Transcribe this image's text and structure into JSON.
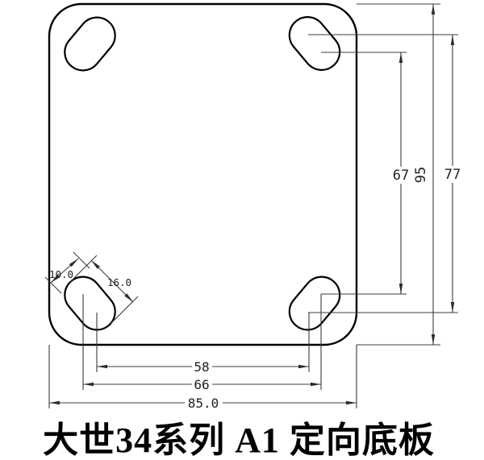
{
  "title": "大世34系列 A1 定向底板",
  "dimensions": {
    "slot_width": "10.0",
    "slot_length": "16.0",
    "holes_inner_horizontal": "58",
    "holes_outer_horizontal": "66",
    "plate_width": "85.0",
    "holes_inner_vertical": "67",
    "plate_height": "95",
    "holes_outer_vertical": "77"
  },
  "colors": {
    "background": "#ffffff",
    "plate_outline": "#000000",
    "dimension_lines": "#3c3c3c",
    "text": "#222222"
  }
}
